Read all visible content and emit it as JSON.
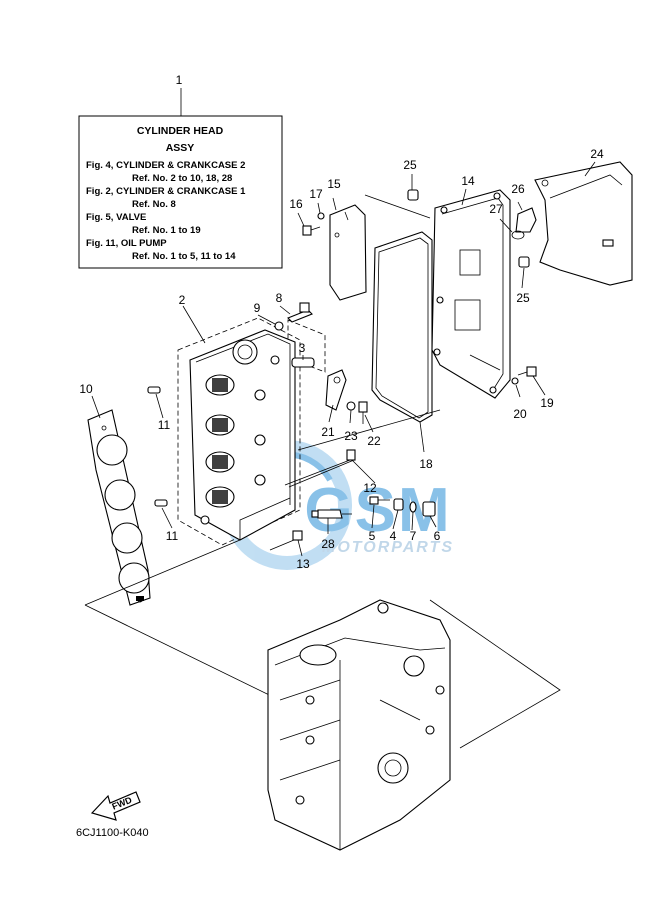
{
  "assy_box": {
    "ref": "1",
    "title_1": "CYLINDER HEAD",
    "title_2": "ASSY",
    "lines": [
      "Fig. 4, CYLINDER & CRANKCASE 2",
      "Ref. No. 2 to 10, 18, 28",
      "Fig. 2, CYLINDER & CRANKCASE 1",
      "Ref. No. 8",
      "Fig. 5, VALVE",
      "Ref. No. 1 to 19",
      "Fig. 11, OIL PUMP",
      "Ref. No. 1 to 5, 11 to 14"
    ]
  },
  "callouts": [
    "2",
    "3",
    "4",
    "5",
    "6",
    "7",
    "8",
    "9",
    "10",
    "11",
    "11",
    "12",
    "13",
    "14",
    "15",
    "16",
    "17",
    "18",
    "19",
    "20",
    "21",
    "22",
    "23",
    "24",
    "25",
    "25",
    "26",
    "27",
    "28"
  ],
  "fwd_label": "FWD",
  "diagram_code": "6CJ1100-K040",
  "watermark": {
    "brand": "GSM",
    "sub": "MOTORPARTS",
    "color": "#2a8fd6"
  }
}
